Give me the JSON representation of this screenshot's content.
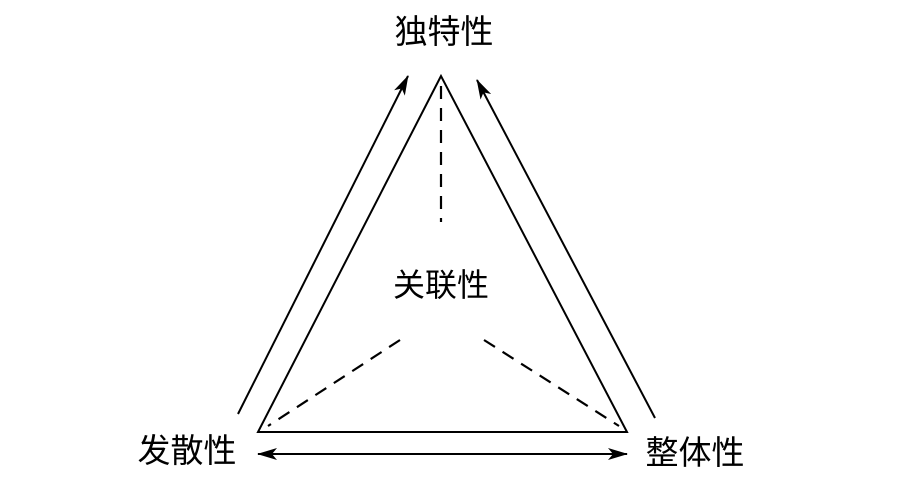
{
  "diagram": {
    "labels": {
      "top": "独特性",
      "center": "关联性",
      "left": "发散性",
      "right": "整体性"
    },
    "stroke_color": "#000000",
    "background_color": "#ffffff"
  }
}
